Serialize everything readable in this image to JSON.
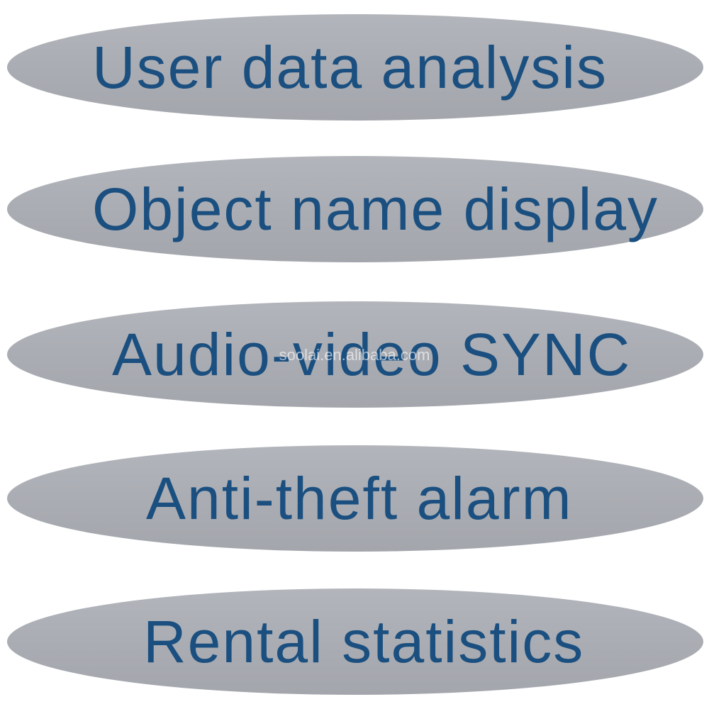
{
  "features": [
    {
      "label": "User data analysis"
    },
    {
      "label": "Object name display"
    },
    {
      "label": "Audio-video SYNC"
    },
    {
      "label": "Anti-theft alarm"
    },
    {
      "label": "Rental statistics"
    }
  ],
  "watermark": "soolai.en.alibaba.com",
  "colors": {
    "pill_background": "#aaadb3",
    "label_text": "#1a4f80",
    "page_background": "#ffffff"
  }
}
